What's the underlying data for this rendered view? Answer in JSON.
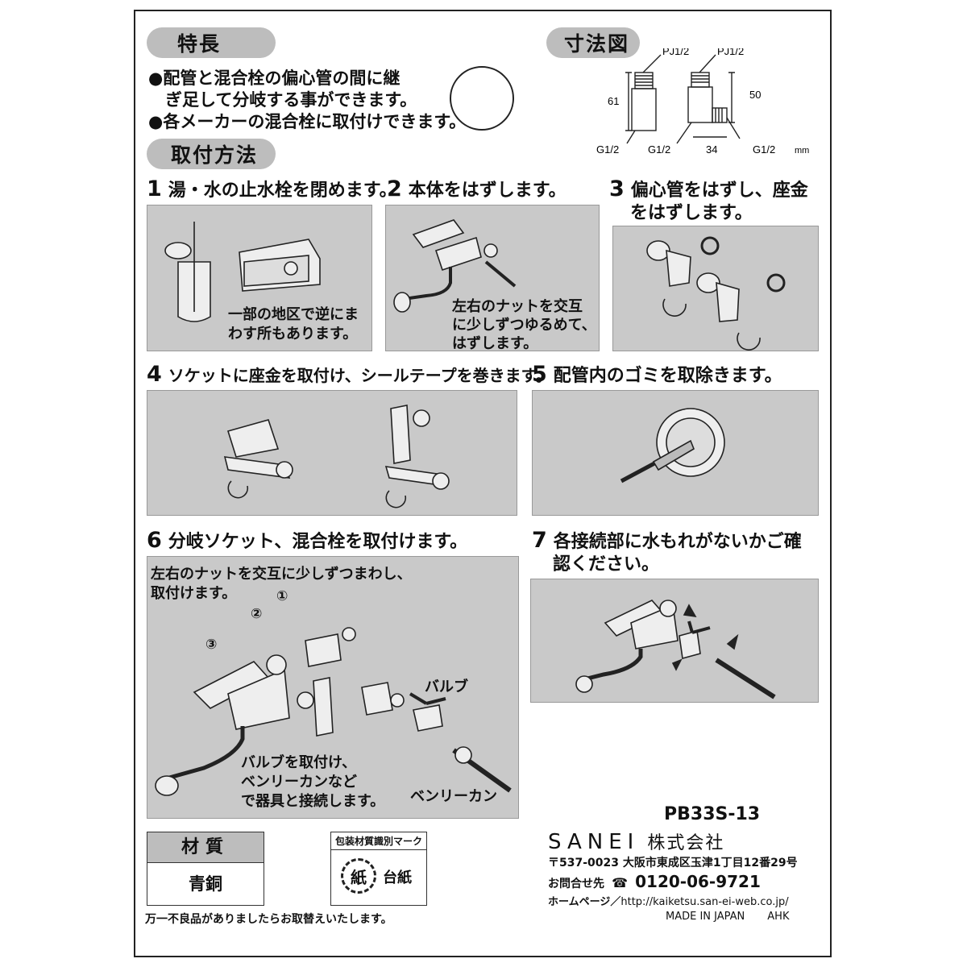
{
  "features": {
    "heading": "特長",
    "bullets": [
      "●配管と混合栓の偏心管の間に継",
      "　ぎ足して分岐する事ができます。",
      "●各メーカーの混合栓に取付けできます。"
    ]
  },
  "dimensions": {
    "heading": "寸法図",
    "labels": {
      "pj_left": "PJ1/2",
      "pj_right": "PJ1/2",
      "h_left": "61",
      "h_right": "50",
      "g_left": "G1/2",
      "g_mid": "G1/2",
      "w": "34",
      "g_right": "G1/2",
      "unit": "mm"
    }
  },
  "install": {
    "heading": "取付方法",
    "steps": [
      {
        "num": "1",
        "lines": [
          "湯・水の止水栓を閉めます。"
        ],
        "note": [
          "一部の地区で逆にま",
          "わす所もあります。"
        ]
      },
      {
        "num": "2",
        "lines": [
          "本体をはずします。"
        ],
        "note": [
          "左右のナットを交互",
          "に少しずつゆるめて、",
          "はずします。"
        ]
      },
      {
        "num": "3",
        "lines": [
          "偏心管をはずし、座金",
          "をはずします。"
        ]
      },
      {
        "num": "4",
        "lines": [
          "ソケットに座金を取付け、シールテープを巻きます。"
        ]
      },
      {
        "num": "5",
        "lines": [
          "配管内のゴミを取除きます。"
        ]
      },
      {
        "num": "6",
        "lines": [
          "分岐ソケット、混合栓を取付けます。"
        ],
        "note": [
          "左右のナットを交互に少しずつまわし、",
          "取付けます。"
        ],
        "labels": {
          "order1": "①",
          "order2": "②",
          "order3": "③",
          "valve": "バルブ",
          "benri": "ベンリーカン",
          "valve_note": [
            "バルブを取付け、",
            "ベンリーカンなど",
            "で器具と接続します。"
          ]
        }
      },
      {
        "num": "7",
        "lines": [
          "各接続部に水もれがないかご確",
          "認ください。"
        ]
      }
    ]
  },
  "material": {
    "header": "材質",
    "value": "青銅"
  },
  "packaging": {
    "header": "包装材質識別マーク",
    "symbol": "紙",
    "label": "台紙"
  },
  "footer": {
    "product_code": "PB33S-13",
    "company_latin": "SANEI",
    "company_jp": "株式会社",
    "address": "〒537-0023 大阪市東成区玉津1丁目12番29号",
    "contact_label": "お問合せ先",
    "phone": "0120-06-9721",
    "homepage_label": "ホームページ／",
    "url": "http://kaiketsu.san-ei-web.co.jp/",
    "made_in": "MADE IN JAPAN",
    "code": "AHK",
    "notice": "万一不良品がありましたらお取替えいたします。"
  }
}
